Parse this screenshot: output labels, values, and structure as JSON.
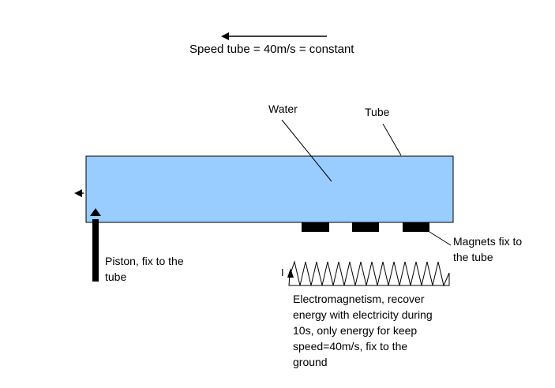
{
  "title": "Speed tube = 40m/s = constant",
  "labels": {
    "water": "Water",
    "tube": "Tube",
    "piston": "Piston, fix to the\ntube",
    "magnets": "Magnets fix to\nthe tube",
    "electromagnetism": "Electromagnetism, recover\nenergy with electricity during\n10s, only energy for keep\nspeed=40m/s, fix to the\nground",
    "coil_marker": "I"
  },
  "colors": {
    "tube_fill": "#99ccff",
    "outline": "#000000",
    "magnet": "#000000"
  }
}
